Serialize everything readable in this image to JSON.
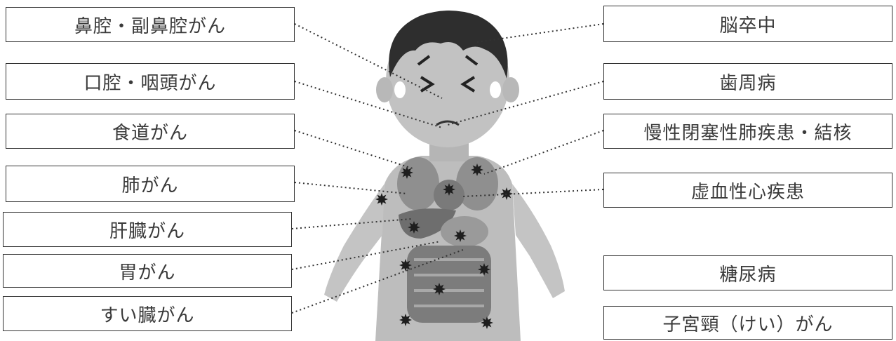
{
  "left_labels": [
    {
      "id": "nasal",
      "text": "鼻腔・副鼻腔がん"
    },
    {
      "id": "oral",
      "text": "口腔・咽頭がん"
    },
    {
      "id": "esophagus",
      "text": "食道がん"
    },
    {
      "id": "lung",
      "text": "肺がん"
    },
    {
      "id": "liver",
      "text": "肝臓がん"
    },
    {
      "id": "stomach",
      "text": "胃がん"
    },
    {
      "id": "pancreas",
      "text": "すい臓がん"
    }
  ],
  "right_labels": [
    {
      "id": "stroke",
      "text": "脳卒中"
    },
    {
      "id": "periodontal",
      "text": "歯周病"
    },
    {
      "id": "copd",
      "text": "慢性閉塞性肺疾患・結核"
    },
    {
      "id": "ischemic",
      "text": "虚血性心疾患"
    },
    {
      "id": "diabetes",
      "text": "糖尿病"
    },
    {
      "id": "cervical",
      "text": "子宮頸（けい）がん"
    }
  ],
  "colors": {
    "line": "#333333",
    "skin": "#bdbdbd",
    "hair": "#2e2e2e",
    "organ_dark": "#6e6e6e",
    "organ_mid": "#8a8a8a",
    "marker": "#1e1e1e"
  }
}
